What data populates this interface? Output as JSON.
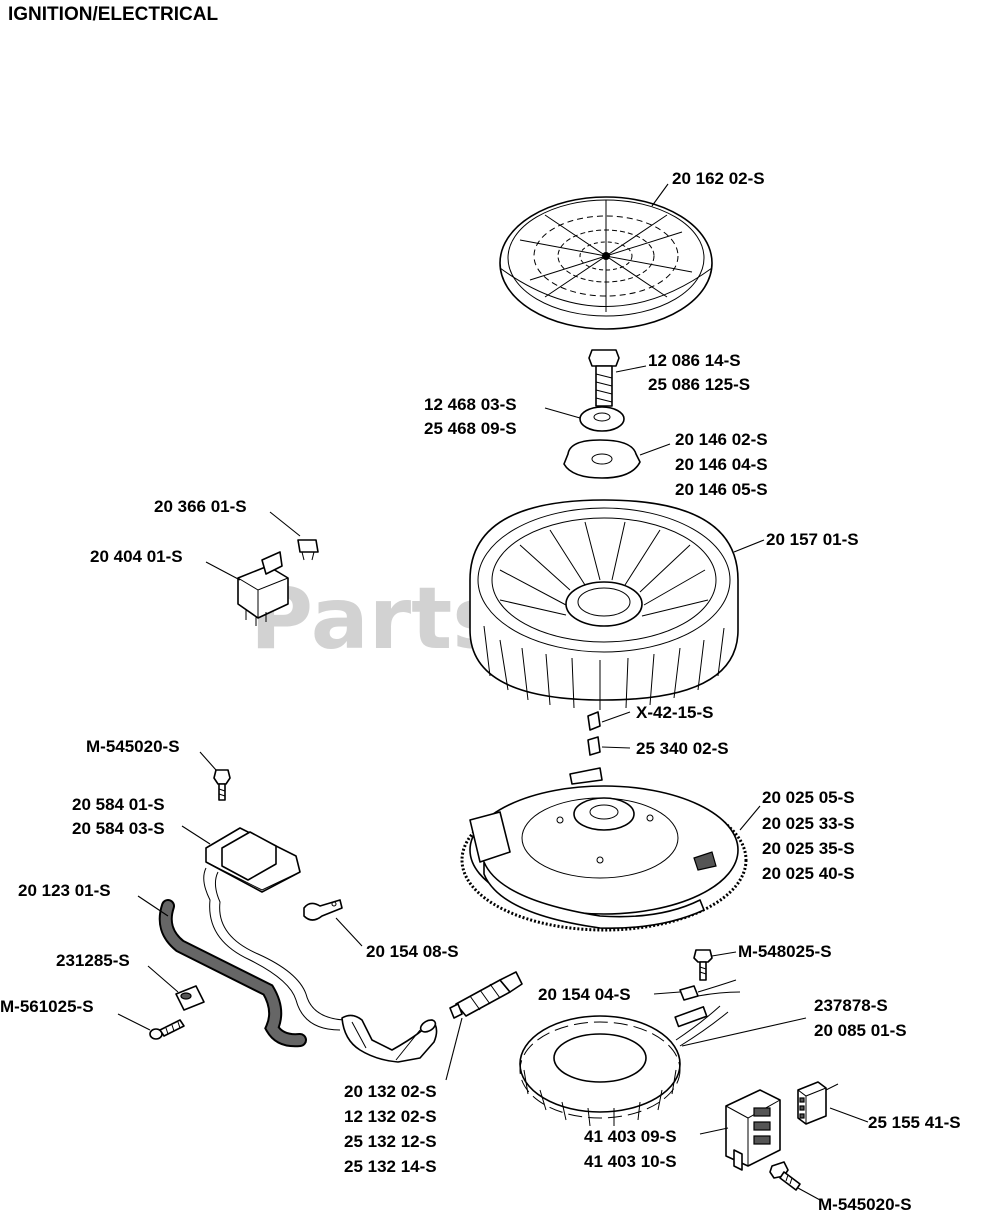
{
  "title": "IGNITION/ELECTRICAL",
  "watermark": "PartsTree",
  "labels": {
    "p1": "20 162 02-S",
    "p2a": "12 086 14-S",
    "p2b": "25 086 125-S",
    "p3a": "12 468 03-S",
    "p3b": "25 468 09-S",
    "p4a": "20 146 02-S",
    "p4b": "20 146 04-S",
    "p4c": "20 146 05-S",
    "p5": "20 157 01-S",
    "p6": "20 366 01-S",
    "p7": "20 404 01-S",
    "p8": "X-42-15-S",
    "p9": "25 340 02-S",
    "p10": "M-545020-S",
    "p11a": "20 025 05-S",
    "p11b": "20 025 33-S",
    "p11c": "20 025 35-S",
    "p11d": "20 025 40-S",
    "p12a": "20 584 01-S",
    "p12b": "20 584 03-S",
    "p13": "20 123 01-S",
    "p14": "20 154 08-S",
    "p15": "M-548025-S",
    "p16": "231285-S",
    "p17": "20 154 04-S",
    "p18a": "237878-S",
    "p18b": "20 085 01-S",
    "p19": "M-561025-S",
    "p20a": "20 132 02-S",
    "p20b": "12 132 02-S",
    "p20c": "25 132 12-S",
    "p20d": "25 132 14-S",
    "p21a": "41 403 09-S",
    "p21b": "41 403 10-S",
    "p22": "25 155 41-S",
    "p23": "M-545020-S"
  }
}
